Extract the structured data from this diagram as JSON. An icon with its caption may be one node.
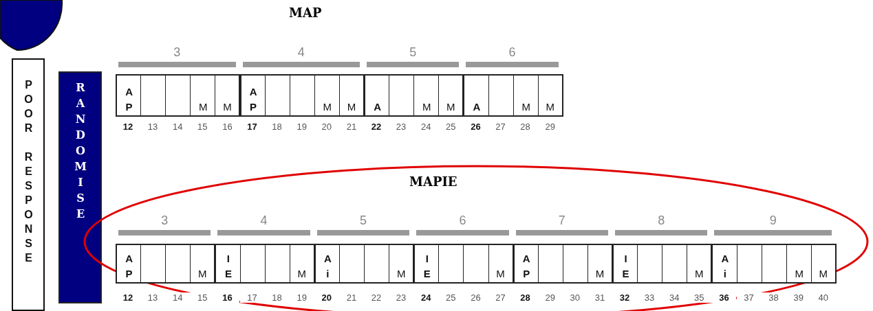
{
  "diagram": {
    "nodes": [
      {
        "text": [],
        "shape": "circle"
      },
      {
        "text": [
          "POOR RESPONSE"
        ]
      },
      {
        "text": [
          "RANDOMISE"
        ]
      },
      {
        "text": [
          "3"
        ]
      },
      {
        "text": [
          "4"
        ]
      },
      {
        "text": [
          "5"
        ]
      },
      {
        "text": [
          "6"
        ]
      },
      {
        "text": [
          "A",
          "P"
        ],
        "beside": [
          "12"
        ]
      },
      {
        "text": [],
        "shape": "box",
        "beside": [
          "13"
        ]
      },
      {
        "text": [],
        "shape": "box",
        "beside": [
          "14"
        ]
      },
      {
        "text": [
          "M"
        ],
        "beside": [
          "15"
        ]
      },
      {
        "text": [
          "M"
        ],
        "beside": [
          "16"
        ]
      },
      {
        "text": [
          "A",
          "P"
        ],
        "beside": [
          "17"
        ]
      },
      {
        "text": [],
        "shape": "box",
        "beside": [
          "18"
        ]
      },
      {
        "text": [],
        "shape": "box",
        "beside": [
          "19"
        ]
      },
      {
        "text": [
          "M"
        ],
        "beside": [
          "20"
        ]
      },
      {
        "text": [
          "M"
        ],
        "beside": [
          "21"
        ]
      },
      {
        "text": [
          "A"
        ],
        "beside": [
          "22"
        ]
      },
      {
        "text": [],
        "shape": "box",
        "beside": [
          "23"
        ]
      },
      {
        "text": [
          "M"
        ],
        "beside": [
          "24"
        ]
      },
      {
        "text": [
          "M"
        ],
        "beside": [
          "25"
        ]
      },
      {
        "text": [
          "A"
        ],
        "beside": [
          "26"
        ]
      },
      {
        "text": [],
        "shape": "box",
        "beside": [
          "27"
        ]
      },
      {
        "text": [
          "M"
        ],
        "beside": [
          "28"
        ]
      },
      {
        "text": [
          "M"
        ],
        "beside": [
          "29"
        ]
      },
      {
        "text": [
          "MAPIE"
        ]
      },
      {
        "text": [
          "3"
        ],
        "in": 25
      },
      {
        "text": [
          "4"
        ],
        "in": 25
      },
      {
        "text": [
          "5"
        ],
        "in": 25
      },
      {
        "text": [
          "6"
        ],
        "in": 25
      },
      {
        "text": [
          "7"
        ],
        "in": 25
      },
      {
        "text": [
          "8"
        ],
        "in": 25
      },
      {
        "text": [
          "9"
        ],
        "in": 25
      },
      {
        "text": [
          "A",
          "P"
        ],
        "beside": [
          "12"
        ],
        "in": 25
      },
      {
        "text": [],
        "shape": "box",
        "beside": [
          "13"
        ],
        "in": 25
      },
      {
        "text": [],
        "shape": "box",
        "beside": [
          "14"
        ],
        "in": 25
      },
      {
        "text": [
          "M"
        ],
        "beside": [
          "15"
        ],
        "in": 25
      },
      {
        "text": [
          "I",
          "E"
        ],
        "beside": [
          "16"
        ],
        "in": 25
      },
      {
        "text": [],
        "shape": "box",
        "beside": [
          "17"
        ],
        "in": 25
      },
      {
        "text": [],
        "shape": "box",
        "beside": [
          "18"
        ],
        "in": 25
      },
      {
        "text": [
          "M"
        ],
        "beside": [
          "19"
        ],
        "in": 25
      },
      {
        "text": [
          "A",
          "i"
        ],
        "beside": [
          "20"
        ],
        "in": 25
      },
      {
        "text": [],
        "shape": "box",
        "beside": [
          "21"
        ],
        "in": 25
      },
      {
        "text": [],
        "shape": "box",
        "beside": [
          "22"
        ],
        "in": 25
      },
      {
        "text": [
          "M"
        ],
        "beside": [
          "23"
        ],
        "in": 25
      },
      {
        "text": [
          "I",
          "E"
        ],
        "beside": [
          "24"
        ],
        "in": 25
      },
      {
        "text": [],
        "shape": "box",
        "beside": [
          "25"
        ],
        "in": 25
      },
      {
        "text": [],
        "shape": "box",
        "beside": [
          "26"
        ],
        "in": 25
      },
      {
        "text": [
          "M"
        ],
        "beside": [
          "27"
        ],
        "in": 25
      },
      {
        "text": [
          "A",
          "P"
        ],
        "beside": [
          "28"
        ],
        "in": 25
      },
      {
        "text": [],
        "shape": "box",
        "beside": [
          "29"
        ],
        "in": 25
      },
      {
        "text": [],
        "shape": "box",
        "beside": [
          "30"
        ],
        "in": 25
      },
      {
        "text": [
          "M"
        ],
        "beside": [
          "31"
        ],
        "in": 25
      },
      {
        "text": [
          "I",
          "E"
        ],
        "beside": [
          "32"
        ],
        "in": 25
      },
      {
        "text": [],
        "shape": "box",
        "beside": [
          "33"
        ],
        "in": 25
      },
      {
        "text": [],
        "shape": "box",
        "beside": [
          "34"
        ],
        "in": 25
      },
      {
        "text": [
          "M"
        ],
        "beside": [
          "35"
        ],
        "in": 25
      },
      {
        "text": [
          "A",
          "i"
        ],
        "beside": [
          "36"
        ],
        "in": 25
      },
      {
        "text": [],
        "shape": "box",
        "beside": [
          "37"
        ],
        "in": 25
      },
      {
        "text": [],
        "shape": "box",
        "beside": [
          "38"
        ],
        "in": 25
      },
      {
        "text": [
          "M"
        ],
        "beside": [
          "39"
        ],
        "in": 25
      },
      {
        "text": [
          "M"
        ],
        "beside": [
          "40"
        ],
        "in": 25
      }
    ],
    "labels": [
      "MAP"
    ]
  }
}
